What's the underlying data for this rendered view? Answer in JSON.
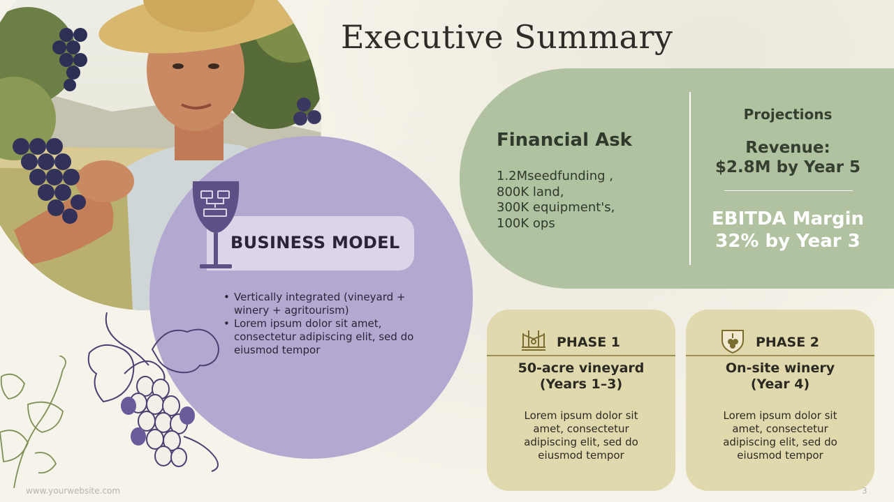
{
  "slide": {
    "title": "Executive Summary",
    "page_number": "3",
    "footer_url": "www.yourwebsite.com"
  },
  "business_model": {
    "title": "BUSINESS MODEL",
    "bullets": [
      "Vertically integrated (vineyard + winery + agritourism)",
      "Lorem ipsum dolor sit amet, consectetur adipiscing elit, sed do eiusmod tempor"
    ]
  },
  "financial_ask": {
    "title": "Financial Ask",
    "lines": [
      "1.2Mseedfunding ,",
      "800K land,",
      "300K equipment's,",
      "100K ops"
    ]
  },
  "projections": {
    "label": "Projections",
    "revenue_line1": "Revenue:",
    "revenue_line2": "$2.8M by Year 5",
    "ebitda_line1": "EBITDA Margin",
    "ebitda_line2": "32% by Year 3"
  },
  "phases": [
    {
      "label": "PHASE 1",
      "heading_line1": "50-acre vineyard",
      "heading_line2": "(Years 1–3)",
      "body": "Lorem ipsum dolor sit amet, consectetur adipiscing elit, sed do eiusmod tempor",
      "icon": "vineyard-rows-icon"
    },
    {
      "label": "PHASE 2",
      "heading_line1": "On-site winery",
      "heading_line2": "(Year 4)",
      "body": "Lorem ipsum dolor sit amet, consectetur adipiscing elit, sed do eiusmod tempor",
      "icon": "wine-shield-icon"
    }
  ],
  "colors": {
    "background": "#f6f3ea",
    "business_model_circle": "#b3a9d0",
    "business_model_accent": "#5e4f86",
    "financial_panel": "#b1c2a1",
    "phase_card": "#e1d9ae",
    "phase_rule": "#9c8f4f"
  }
}
